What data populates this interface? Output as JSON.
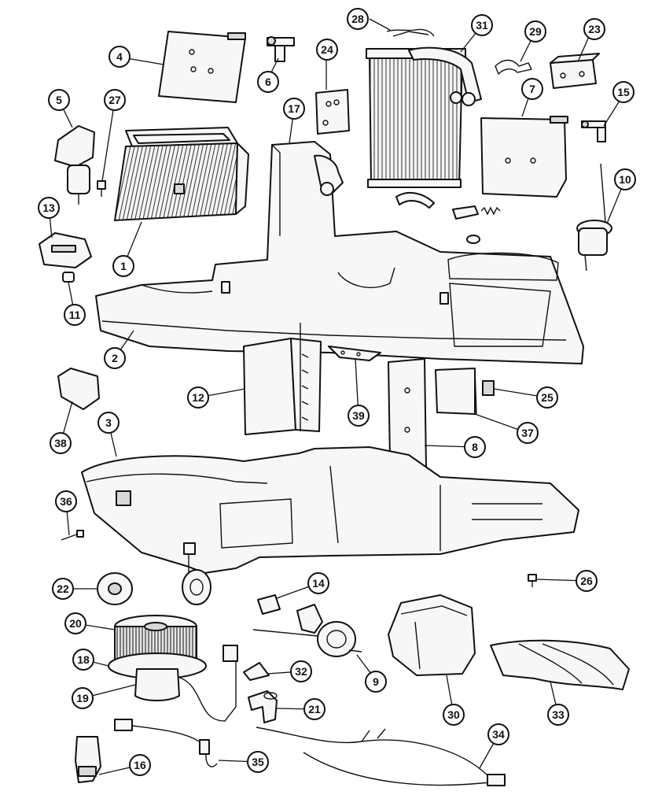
{
  "callouts": {
    "c1": "1",
    "c2": "2",
    "c3": "3",
    "c4": "4",
    "c5": "5",
    "c6": "6",
    "c7": "7",
    "c8": "8",
    "c9": "9",
    "c10": "10",
    "c11": "11",
    "c12": "12",
    "c13": "13",
    "c14": "14",
    "c15": "15",
    "c16": "16",
    "c17": "17",
    "c18": "18",
    "c19": "19",
    "c20": "20",
    "c21": "21",
    "c22": "22",
    "c23": "23",
    "c24": "24",
    "c25": "25",
    "c26": "26",
    "c27": "27",
    "c28": "28",
    "c29": "29",
    "c30": "30",
    "c31": "31",
    "c32": "32",
    "c33": "33",
    "c34": "34",
    "c35": "35",
    "c36": "36",
    "c37": "37",
    "c38": "38",
    "c39": "39"
  }
}
